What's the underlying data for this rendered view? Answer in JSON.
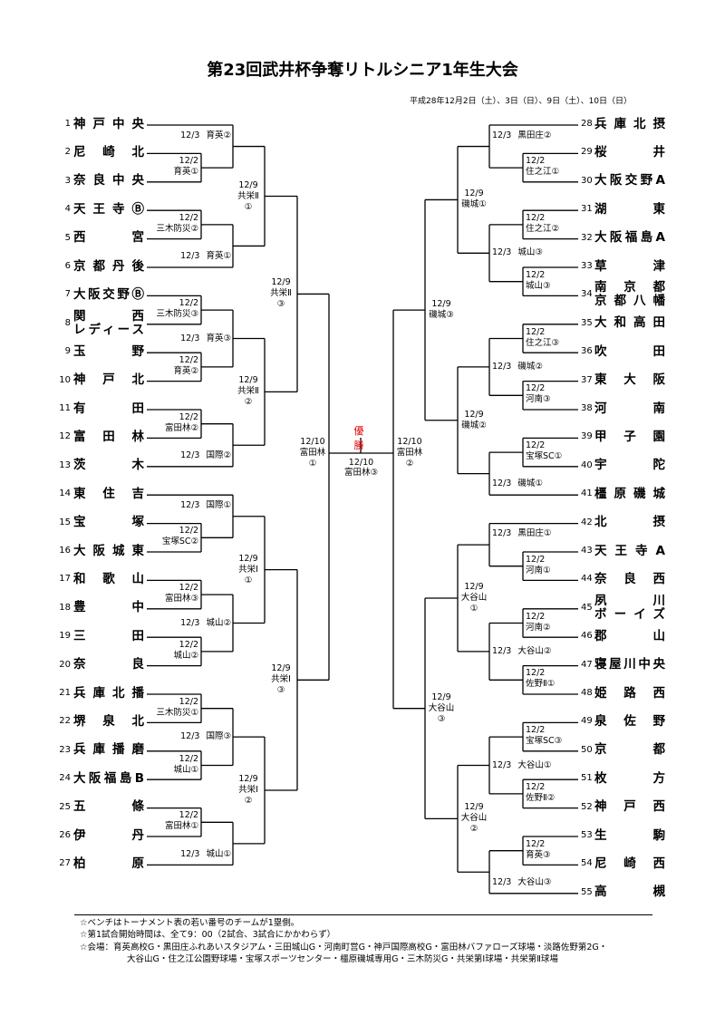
{
  "title": "第23回武井杯争奪リトルシニア1年生大会",
  "dates": "平成28年12月2日（土）、3日（日）、9日（土）、10日（日）",
  "winner_label": "優　勝",
  "colors": {
    "winner": "#e00000",
    "line": "#000000"
  },
  "final": {
    "l": [
      "12/10",
      "富田林③"
    ]
  },
  "teams": [
    {
      "no": "1",
      "name": [
        "神戸中央"
      ]
    },
    {
      "no": "2",
      "name": [
        "尼崎北"
      ]
    },
    {
      "no": "3",
      "name": [
        "奈良中央"
      ]
    },
    {
      "no": "4",
      "name": [
        "天王寺Ⓑ"
      ]
    },
    {
      "no": "5",
      "name": [
        "西宮"
      ]
    },
    {
      "no": "6",
      "name": [
        "京都丹後"
      ]
    },
    {
      "no": "7",
      "name": [
        "大阪交野Ⓑ"
      ]
    },
    {
      "no": "8",
      "name": [
        "関西",
        "レディース"
      ]
    },
    {
      "no": "9",
      "name": [
        "玉野"
      ]
    },
    {
      "no": "10",
      "name": [
        "神戸北"
      ]
    },
    {
      "no": "11",
      "name": [
        "有田"
      ]
    },
    {
      "no": "12",
      "name": [
        "富田林"
      ]
    },
    {
      "no": "13",
      "name": [
        "茨木"
      ]
    },
    {
      "no": "14",
      "name": [
        "東住吉"
      ]
    },
    {
      "no": "15",
      "name": [
        "宝塚"
      ]
    },
    {
      "no": "16",
      "name": [
        "大阪城東"
      ]
    },
    {
      "no": "17",
      "name": [
        "和歌山"
      ]
    },
    {
      "no": "18",
      "name": [
        "豊中"
      ]
    },
    {
      "no": "19",
      "name": [
        "三田"
      ]
    },
    {
      "no": "20",
      "name": [
        "奈良"
      ]
    },
    {
      "no": "21",
      "name": [
        "兵庫北播"
      ]
    },
    {
      "no": "22",
      "name": [
        "堺泉北"
      ]
    },
    {
      "no": "23",
      "name": [
        "兵庫播磨"
      ]
    },
    {
      "no": "24",
      "name": [
        "大阪福島B"
      ]
    },
    {
      "no": "25",
      "name": [
        "五條"
      ]
    },
    {
      "no": "26",
      "name": [
        "伊丹"
      ]
    },
    {
      "no": "27",
      "name": [
        "柏原"
      ]
    },
    {
      "no": "28",
      "name": [
        "兵庫北摂"
      ]
    },
    {
      "no": "29",
      "name": [
        "桜井"
      ]
    },
    {
      "no": "30",
      "name": [
        "大阪交野A"
      ]
    },
    {
      "no": "31",
      "name": [
        "湖東"
      ]
    },
    {
      "no": "32",
      "name": [
        "大阪福島A"
      ]
    },
    {
      "no": "33",
      "name": [
        "草津"
      ]
    },
    {
      "no": "34",
      "name": [
        "南京都",
        "京都八幡"
      ]
    },
    {
      "no": "35",
      "name": [
        "大和高田"
      ]
    },
    {
      "no": "36",
      "name": [
        "吹田"
      ]
    },
    {
      "no": "37",
      "name": [
        "東大阪"
      ]
    },
    {
      "no": "38",
      "name": [
        "河南"
      ]
    },
    {
      "no": "39",
      "name": [
        "甲子園"
      ]
    },
    {
      "no": "40",
      "name": [
        "宇陀"
      ]
    },
    {
      "no": "41",
      "name": [
        "橿原磯城"
      ]
    },
    {
      "no": "42",
      "name": [
        "北摂"
      ]
    },
    {
      "no": "43",
      "name": [
        "天王寺A"
      ]
    },
    {
      "no": "44",
      "name": [
        "奈良西"
      ]
    },
    {
      "no": "45",
      "name": [
        "夙川",
        "ボーイズ"
      ]
    },
    {
      "no": "46",
      "name": [
        "郡山"
      ]
    },
    {
      "no": "47",
      "name": [
        "寝屋川中央"
      ]
    },
    {
      "no": "48",
      "name": [
        "姫路西"
      ]
    },
    {
      "no": "49",
      "name": [
        "泉佐野"
      ]
    },
    {
      "no": "50",
      "name": [
        "京都"
      ]
    },
    {
      "no": "51",
      "name": [
        "枚方"
      ]
    },
    {
      "no": "52",
      "name": [
        "神戸西"
      ]
    },
    {
      "no": "53",
      "name": [
        "生駒"
      ]
    },
    {
      "no": "54",
      "name": [
        "尼崎西"
      ]
    },
    {
      "no": "55",
      "name": [
        "高槻"
      ]
    }
  ],
  "bracket": {
    "left": {
      "l": [
        "12/10",
        "富田林",
        "①"
      ],
      "c": [
        {
          "l": [
            "12/9",
            "共栄Ⅱ",
            "③"
          ],
          "c": [
            {
              "l": [
                "12/9",
                "共栄Ⅱ",
                "①"
              ],
              "c": [
                {
                  "l": [
                    "12/3",
                    "育英②"
                  ],
                  "c": [
                    1,
                    {
                      "l": [
                        "12/2",
                        "育英①"
                      ],
                      "c": [
                        2,
                        3
                      ]
                    }
                  ]
                },
                {
                  "l": [
                    "12/3",
                    "育英①"
                  ],
                  "c": [
                    {
                      "l": [
                        "12/2",
                        "三木防災②"
                      ],
                      "c": [
                        4,
                        5
                      ]
                    },
                    6
                  ]
                }
              ]
            },
            {
              "l": [
                "12/9",
                "共栄Ⅱ",
                "②"
              ],
              "c": [
                {
                  "l": [
                    "12/3",
                    "育英③"
                  ],
                  "c": [
                    {
                      "l": [
                        "12/2",
                        "三木防災③"
                      ],
                      "c": [
                        7,
                        8
                      ]
                    },
                    {
                      "l": [
                        "12/2",
                        "育英②"
                      ],
                      "c": [
                        9,
                        10
                      ]
                    }
                  ]
                },
                {
                  "l": [
                    "12/3",
                    "国際②"
                  ],
                  "c": [
                    {
                      "l": [
                        "12/2",
                        "富田林②"
                      ],
                      "c": [
                        11,
                        12
                      ]
                    },
                    13
                  ]
                }
              ]
            }
          ]
        },
        {
          "l": [
            "12/9",
            "共栄Ⅰ",
            "③"
          ],
          "c": [
            {
              "l": [
                "12/9",
                "共栄Ⅰ",
                "①"
              ],
              "c": [
                {
                  "l": [
                    "12/3",
                    "国際①"
                  ],
                  "c": [
                    14,
                    {
                      "l": [
                        "12/2",
                        "宝塚SC②"
                      ],
                      "c": [
                        15,
                        16
                      ]
                    }
                  ]
                },
                {
                  "l": [
                    "12/3",
                    "城山②"
                  ],
                  "c": [
                    {
                      "l": [
                        "12/2",
                        "富田林③"
                      ],
                      "c": [
                        17,
                        18
                      ]
                    },
                    {
                      "l": [
                        "12/2",
                        "城山②"
                      ],
                      "c": [
                        19,
                        20
                      ]
                    }
                  ]
                }
              ]
            },
            {
              "l": [
                "12/9",
                "共栄Ⅰ",
                "②"
              ],
              "c": [
                {
                  "l": [
                    "12/3",
                    "国際③"
                  ],
                  "c": [
                    {
                      "l": [
                        "12/2",
                        "三木防災①"
                      ],
                      "c": [
                        21,
                        22
                      ]
                    },
                    {
                      "l": [
                        "12/2",
                        "城山①"
                      ],
                      "c": [
                        23,
                        24
                      ]
                    }
                  ]
                },
                {
                  "l": [
                    "12/3",
                    "城山①"
                  ],
                  "c": [
                    {
                      "l": [
                        "12/2",
                        "富田林①"
                      ],
                      "c": [
                        25,
                        26
                      ]
                    },
                    27
                  ]
                }
              ]
            }
          ]
        }
      ]
    },
    "right": {
      "l": [
        "12/10",
        "富田林",
        "②"
      ],
      "c": [
        {
          "l": [
            "12/9",
            "磯城③"
          ],
          "c": [
            {
              "l": [
                "12/9",
                "磯城①"
              ],
              "c": [
                {
                  "l": [
                    "12/3",
                    "黒田庄②"
                  ],
                  "c": [
                    28,
                    {
                      "l": [
                        "12/2",
                        "住之江①"
                      ],
                      "c": [
                        29,
                        30
                      ]
                    }
                  ]
                },
                {
                  "l": [
                    "12/3",
                    "城山③"
                  ],
                  "c": [
                    {
                      "l": [
                        "12/2",
                        "住之江②"
                      ],
                      "c": [
                        31,
                        32
                      ]
                    },
                    {
                      "l": [
                        "12/2",
                        "城山③"
                      ],
                      "c": [
                        33,
                        34
                      ]
                    }
                  ]
                }
              ]
            },
            {
              "l": [
                "12/9",
                "磯城②"
              ],
              "c": [
                {
                  "l": [
                    "12/3",
                    "磯城②"
                  ],
                  "c": [
                    {
                      "l": [
                        "12/2",
                        "住之江③"
                      ],
                      "c": [
                        35,
                        36
                      ]
                    },
                    {
                      "l": [
                        "12/2",
                        "河南③"
                      ],
                      "c": [
                        37,
                        38
                      ]
                    }
                  ]
                },
                {
                  "l": [
                    "12/3",
                    "磯城①"
                  ],
                  "c": [
                    {
                      "l": [
                        "12/2",
                        "宝塚SC①"
                      ],
                      "c": [
                        39,
                        40
                      ]
                    },
                    41
                  ]
                }
              ]
            }
          ]
        },
        {
          "l": [
            "12/9",
            "大谷山",
            "③"
          ],
          "c": [
            {
              "l": [
                "12/9",
                "大谷山",
                "①"
              ],
              "c": [
                {
                  "l": [
                    "12/3",
                    "黒田庄①"
                  ],
                  "c": [
                    42,
                    {
                      "l": [
                        "12/2",
                        "河南①"
                      ],
                      "c": [
                        43,
                        44
                      ]
                    }
                  ]
                },
                {
                  "l": [
                    "12/3",
                    "大谷山②"
                  ],
                  "c": [
                    {
                      "l": [
                        "12/2",
                        "河南②"
                      ],
                      "c": [
                        45,
                        46
                      ]
                    },
                    {
                      "l": [
                        "12/2",
                        "佐野Ⅱ①"
                      ],
                      "c": [
                        47,
                        48
                      ]
                    }
                  ]
                }
              ]
            },
            {
              "l": [
                "12/9",
                "大谷山",
                "②"
              ],
              "c": [
                {
                  "l": [
                    "12/3",
                    "大谷山①"
                  ],
                  "c": [
                    {
                      "l": [
                        "12/2",
                        "宝塚SC③"
                      ],
                      "c": [
                        49,
                        50
                      ]
                    },
                    {
                      "l": [
                        "12/2",
                        "佐野Ⅱ②"
                      ],
                      "c": [
                        51,
                        52
                      ]
                    }
                  ]
                },
                {
                  "l": [
                    "12/3",
                    "大谷山③"
                  ],
                  "c": [
                    {
                      "l": [
                        "12/2",
                        "育英③"
                      ],
                      "c": [
                        53,
                        54
                      ]
                    },
                    55
                  ]
                }
              ]
            }
          ]
        }
      ]
    }
  },
  "notes": [
    "☆ベンチはトーナメント表の若い番号のチームが1塁側。",
    "☆第1試合開始時間は、全て9：00（2試合、3試合にかかわらず）",
    "☆会場：育英高校G・黒田庄ふれあいスタジアム・三田城山G・河南町営G・神戸国際高校G・富田林バファローズ球場・淡路佐野第2G・",
    "大谷山G・住之江公園野球場・宝塚スポーツセンター・橿原磯城専用G・三木防災G・共栄第Ⅰ球場・共栄第Ⅱ球場"
  ]
}
